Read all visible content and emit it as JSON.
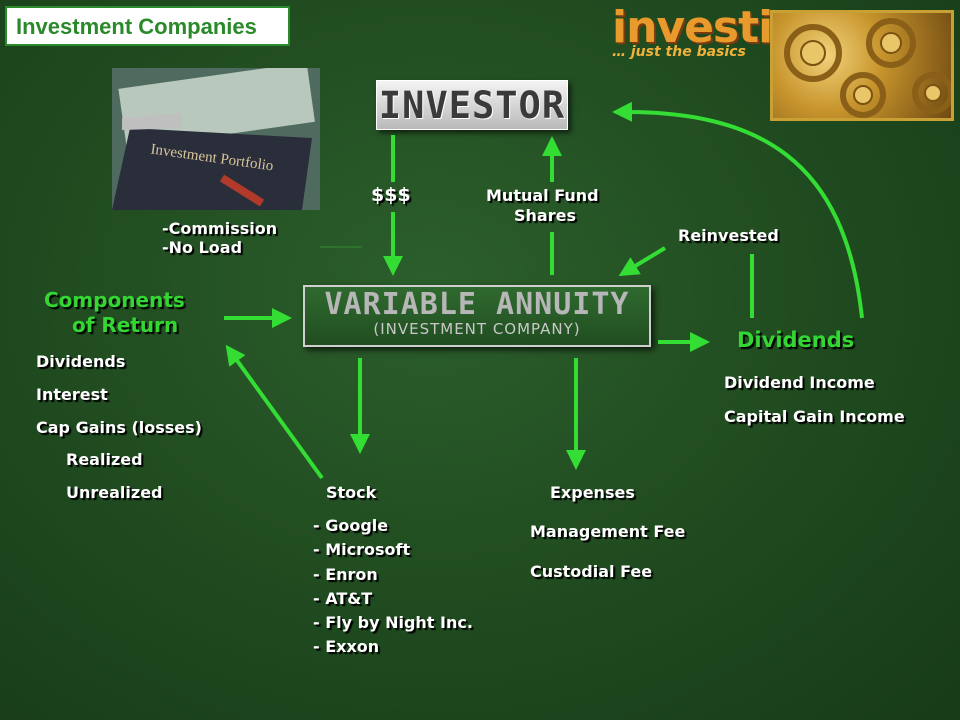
{
  "title": "Investment Companies",
  "logo": {
    "main": "investing",
    "sub": "… just the basics"
  },
  "photo": {
    "folder_label": "Investment Portfolio"
  },
  "investor_label": "INVESTOR",
  "variable_annuity": {
    "title": "VARIABLE ANNUITY",
    "subtitle": "(INVESTMENT COMPANY)"
  },
  "labels": {
    "money": "$$$",
    "mutual_fund_shares_1": "Mutual Fund",
    "mutual_fund_shares_2": "Shares",
    "commission": "-Commission",
    "no_load": "-No Load",
    "reinvested": "Reinvested"
  },
  "components": {
    "heading_1": "Components",
    "heading_2": "of Return",
    "items": [
      "Dividends",
      "Interest",
      "Cap Gains (losses)"
    ],
    "sub_items": [
      "Realized",
      "Unrealized"
    ]
  },
  "dividends": {
    "heading": "Dividends",
    "items": [
      "Dividend Income",
      "Capital Gain Income"
    ]
  },
  "stock": {
    "heading": "Stock",
    "items": [
      "- Google",
      "- Microsoft",
      "- Enron",
      "- AT&T",
      "- Fly by Night Inc.",
      "- Exxon"
    ]
  },
  "expenses": {
    "heading": "Expenses",
    "items": [
      "Management Fee",
      "Custodial Fee"
    ]
  },
  "colors": {
    "background": "#1f4a1f",
    "arrow": "#33dd33",
    "accent_green": "#33d633"
  }
}
